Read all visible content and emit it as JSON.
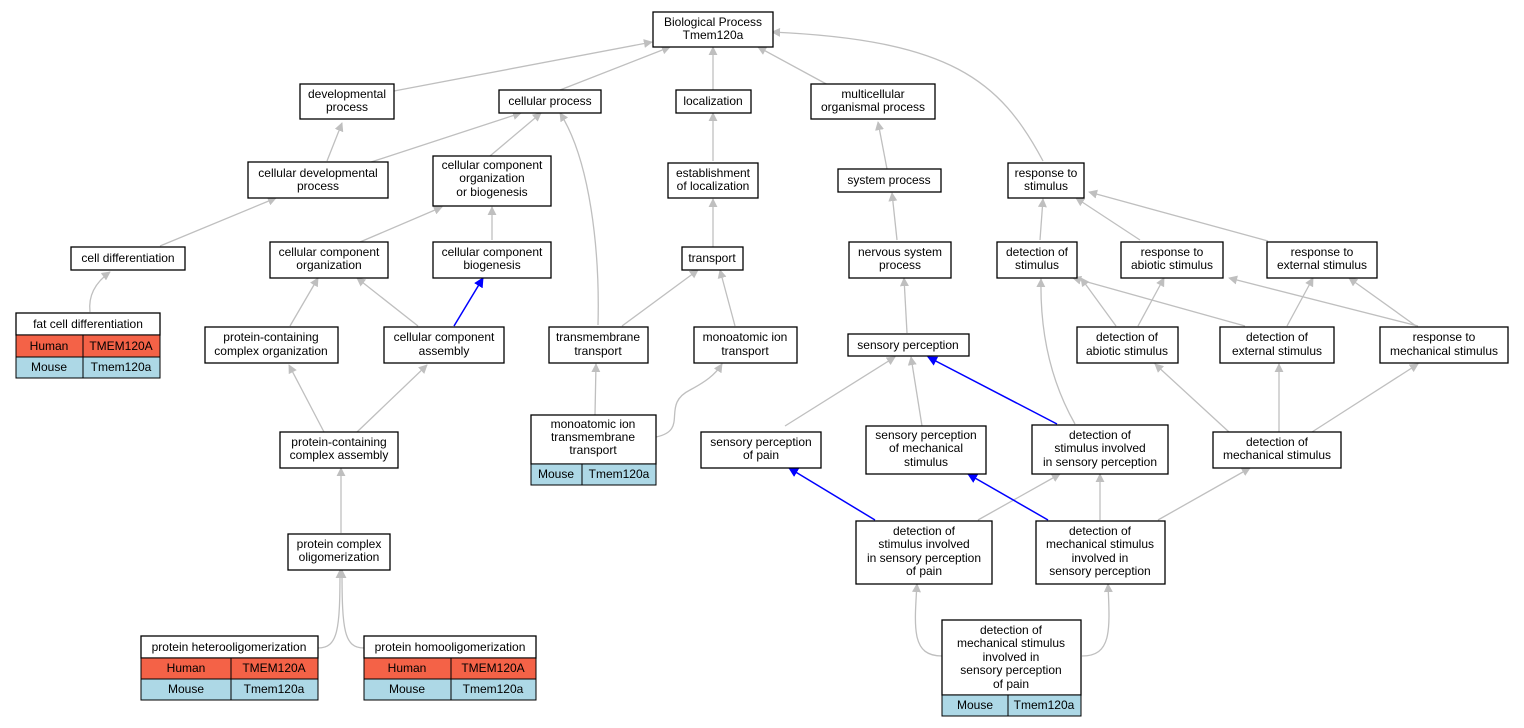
{
  "nodes": {
    "bp": [
      "Biological Process",
      "Tmem120a"
    ],
    "dev": [
      "developmental",
      "process"
    ],
    "cp": [
      "cellular process"
    ],
    "loc": [
      "localization"
    ],
    "mop": [
      "multicellular",
      "organismal process"
    ],
    "cdp": [
      "cellular developmental",
      "process"
    ],
    "ccob": [
      "cellular component",
      "organization",
      "or biogenesis"
    ],
    "eol": [
      "establishment",
      "of localization"
    ],
    "sysp": [
      "system process"
    ],
    "rts": [
      "response to",
      "stimulus"
    ],
    "celld": [
      "cell differentiation"
    ],
    "cco": [
      "cellular component",
      "organization"
    ],
    "ccb": [
      "cellular component",
      "biogenesis"
    ],
    "tr": [
      "transport"
    ],
    "nsp": [
      "nervous system",
      "process"
    ],
    "dos": [
      "detection of",
      "stimulus"
    ],
    "ras": [
      "response to",
      "abiotic stimulus"
    ],
    "res": [
      "response to",
      "external stimulus"
    ],
    "fcd": [
      "fat cell differentiation"
    ],
    "pcco": [
      "protein-containing",
      "complex organization"
    ],
    "cca": [
      "cellular component",
      "assembly"
    ],
    "tmt": [
      "transmembrane",
      "transport"
    ],
    "mit": [
      "monoatomic ion",
      "transport"
    ],
    "sp": [
      "sensory perception"
    ],
    "doas": [
      "detection of",
      "abiotic stimulus"
    ],
    "does": [
      "detection of",
      "external stimulus"
    ],
    "rtms": [
      "response to",
      "mechanical stimulus"
    ],
    "pcca": [
      "protein-containing",
      "complex assembly"
    ],
    "mitt": [
      "monoatomic ion",
      "transmembrane",
      "transport"
    ],
    "spop": [
      "sensory perception",
      "of pain"
    ],
    "spoms": [
      "sensory perception",
      "of mechanical",
      "stimulus"
    ],
    "dosisp": [
      "detection of",
      "stimulus involved",
      "in sensory perception"
    ],
    "doms": [
      "detection of",
      "mechanical stimulus"
    ],
    "pco": [
      "protein complex",
      "oligomerization"
    ],
    "dosispp": [
      "detection of",
      "stimulus involved",
      "in sensory perception",
      "of pain"
    ],
    "domsisp": [
      "detection of",
      "mechanical stimulus",
      "involved in",
      "sensory perception"
    ],
    "phet": [
      "protein heterooligomerization"
    ],
    "phom": [
      "protein homooligomerization"
    ],
    "domsisp2": [
      "detection of",
      "mechanical stimulus",
      "involved in",
      "sensory perception",
      "of pain"
    ]
  },
  "gene_rows": {
    "fcd": [
      [
        "Human",
        "TMEM120A"
      ],
      [
        "Mouse",
        "Tmem120a"
      ]
    ],
    "phet": [
      [
        "Human",
        "TMEM120A"
      ],
      [
        "Mouse",
        "Tmem120a"
      ]
    ],
    "phom": [
      [
        "Human",
        "TMEM120A"
      ],
      [
        "Mouse",
        "Tmem120a"
      ]
    ],
    "mitt": [
      [
        "Mouse",
        "Tmem120a"
      ]
    ],
    "domsisp2": [
      [
        "Mouse",
        "Tmem120a"
      ]
    ]
  },
  "colors": {
    "human": "#f46247",
    "mouse": "#add8e6",
    "edge_default": "#bfbfbf",
    "edge_highlight": "#0000ff"
  }
}
